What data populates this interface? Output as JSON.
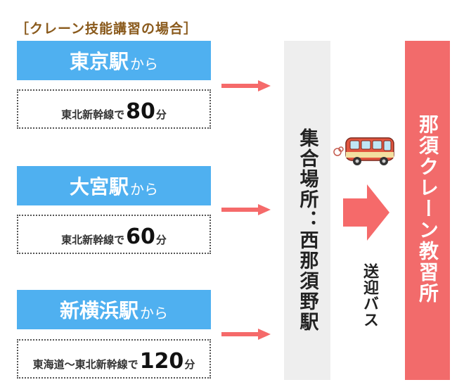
{
  "heading": "［クレーン技能講習の場合］",
  "origins": [
    {
      "station": "東京駅",
      "suffix": "から",
      "line": "東北新幹線で",
      "minutes": "80",
      "unit": "分"
    },
    {
      "station": "大宮駅",
      "suffix": "から",
      "line": "東北新幹線で",
      "minutes": "60",
      "unit": "分"
    },
    {
      "station": "新横浜駅",
      "suffix": "から",
      "line": "東海道〜東北新幹線で",
      "minutes": "120",
      "unit": "分"
    }
  ],
  "meeting_point": "集合場所：西那須野駅",
  "bus_label": "送迎バス",
  "destination": "那須クレーン教習所",
  "colors": {
    "station_bg": "#4fb0f0",
    "arrow": "#f56a6a",
    "destination_bg": "#f26b6b",
    "meeting_bg": "#eeeeee",
    "heading": "#8a5a1c"
  },
  "icons": {
    "bus": "bus-icon",
    "arrow": "arrow-right-icon"
  }
}
